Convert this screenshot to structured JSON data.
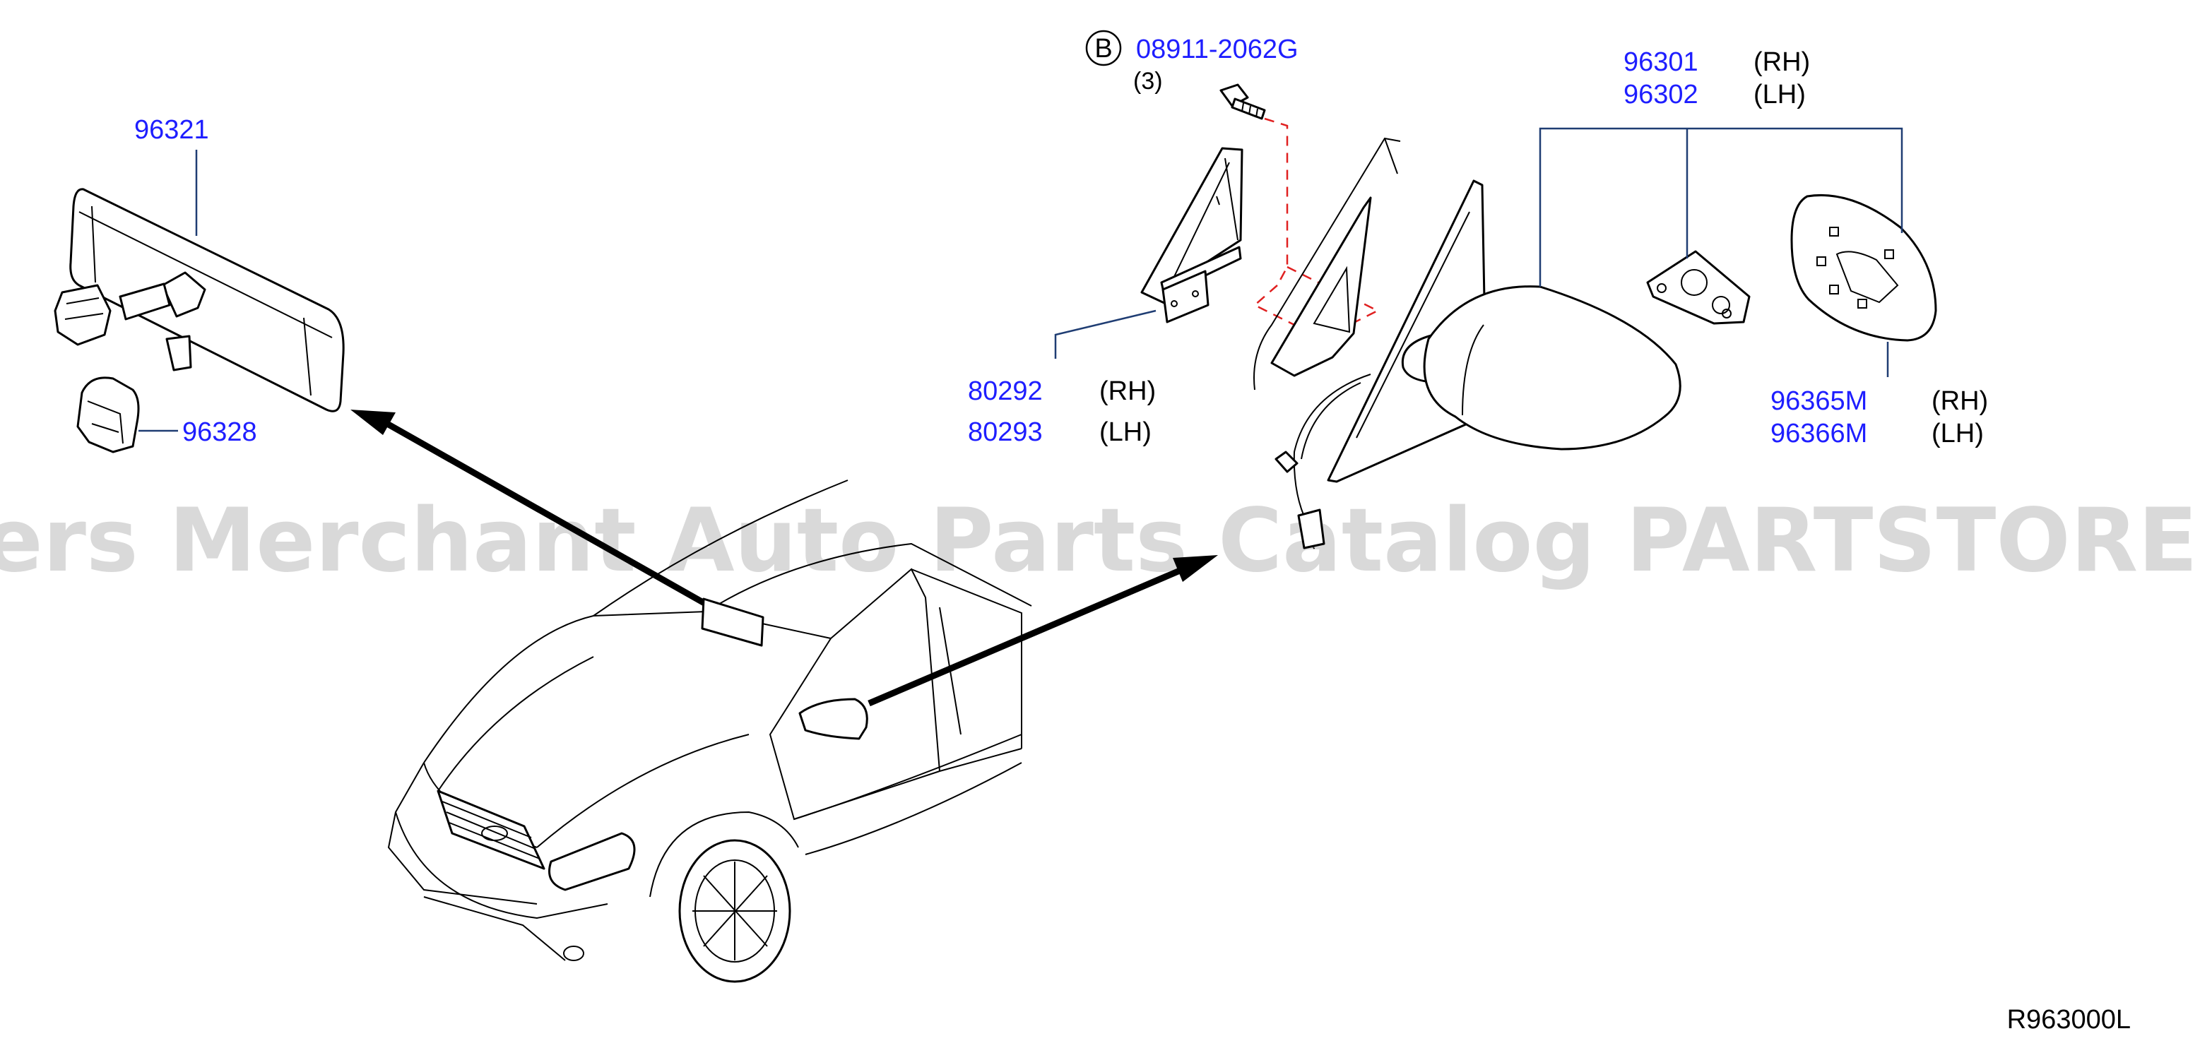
{
  "watermark": "Offers Merchant Auto Parts Catalog PARTSTORE.SA",
  "diagram_ref": "R963000L",
  "bolt": {
    "circle_letter": "B",
    "part_number": "08911-2062G",
    "quantity": "(3)"
  },
  "inside_mirror": {
    "part_number": "96321"
  },
  "mirror_cover": {
    "part_number": "96328"
  },
  "corner_finisher": {
    "rh": {
      "part_number": "80292",
      "side": "(RH)"
    },
    "lh": {
      "part_number": "80293",
      "side": "(LH)"
    }
  },
  "door_mirror": {
    "rh": {
      "part_number": "96301",
      "side": "(RH)"
    },
    "lh": {
      "part_number": "96302",
      "side": "(LH)"
    }
  },
  "mirror_glass": {
    "rh": {
      "part_number": "96365M",
      "side": "(RH)"
    },
    "lh": {
      "part_number": "96366M",
      "side": "(LH)"
    }
  },
  "colors": {
    "part_number": "#1e1eff",
    "watermark": "#d9d9d9",
    "leader": "#1f3d73",
    "dashed_guide": "#e02020"
  }
}
